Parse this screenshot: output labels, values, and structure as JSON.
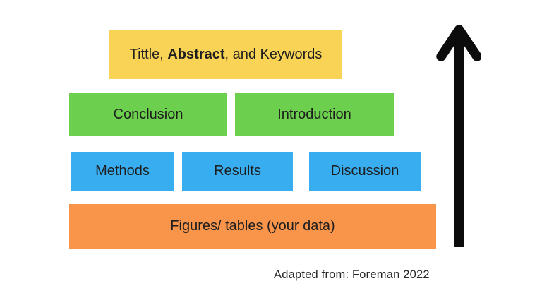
{
  "canvas": {
    "background": "#ffffff"
  },
  "boxes": {
    "title": {
      "prefix": "Tittle, ",
      "bold": "Abstract",
      "suffix": ", and Keywords",
      "color": "#F8D355"
    },
    "level2": {
      "color": "#6CCF4D",
      "items": [
        {
          "label": "Conclusion"
        },
        {
          "label": "Introduction"
        }
      ]
    },
    "level3": {
      "color": "#38ADF0",
      "items": [
        {
          "label": "Methods"
        },
        {
          "label": "Results"
        },
        {
          "label": "Discussion"
        }
      ]
    },
    "level4": {
      "color": "#F9944B",
      "label": "Figures/ tables (your data)"
    }
  },
  "arrow": {
    "meaning": "upward direction arrow",
    "color": "#0c0c0c"
  },
  "caption": {
    "text": "Adapted from: Foreman 2022",
    "color": "#262626"
  }
}
